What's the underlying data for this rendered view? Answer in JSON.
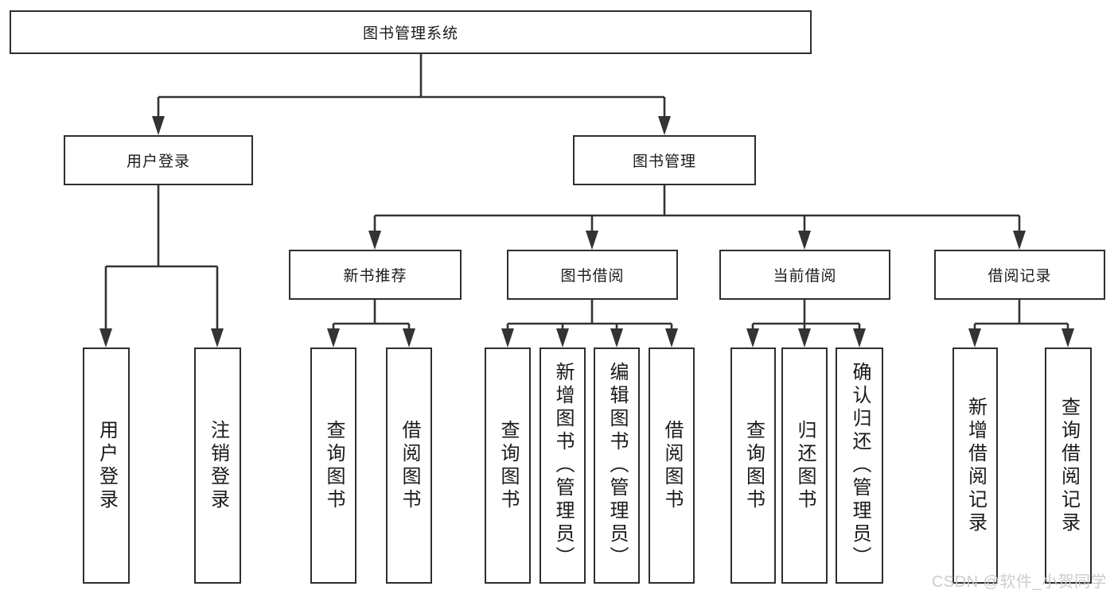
{
  "nodes": {
    "root": "图书管理系统",
    "user_login": "用户登录",
    "book_mgmt": "图书管理",
    "new_book_rec": "新书推荐",
    "book_borrow": "图书借阅",
    "current_borrow": "当前借阅",
    "borrow_records": "借阅记录",
    "leaf_user_login": "用户登录",
    "leaf_logout": "注销登录",
    "leaf_nb_query": "查询图书",
    "leaf_nb_borrow": "借阅图书",
    "leaf_bb_query": "查询图书",
    "leaf_bb_add": "新增图书（管理员）",
    "leaf_bb_edit": "编辑图书（管理员）",
    "leaf_bb_borrow": "借阅图书",
    "leaf_cb_query": "查询图书",
    "leaf_cb_return": "归还图书",
    "leaf_cb_confirm": "确认归还（管理员）",
    "leaf_br_add": "新增借阅记录",
    "leaf_br_query": "查询借阅记录"
  },
  "watermark": "CSDN @软件_小贺同学",
  "colors": {
    "background": "#ffffff",
    "line": "#333333",
    "box_border": "#2e2e2e",
    "text": "#1a1a1a",
    "watermark": "#c8c8cd"
  }
}
